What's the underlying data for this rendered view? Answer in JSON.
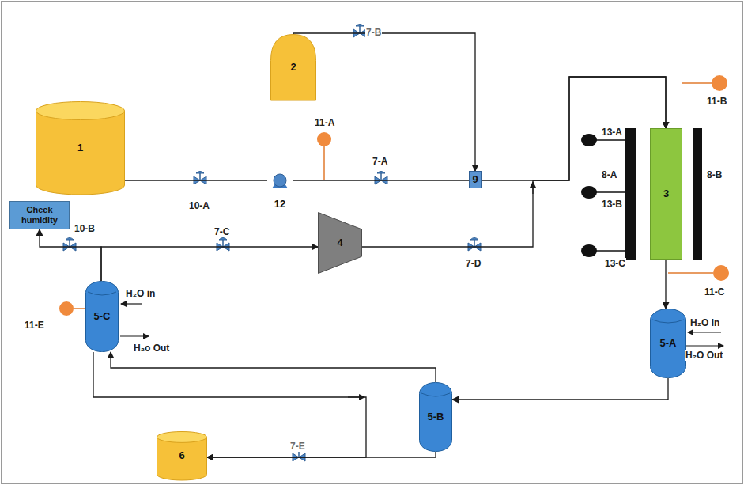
{
  "diagram": {
    "nodes": [
      {
        "text": [
          "2"
        ]
      },
      {
        "text": [
          "1"
        ]
      },
      {
        "text": [
          "12"
        ]
      },
      {
        "text": [
          "9"
        ]
      },
      {
        "text": [
          "3"
        ]
      },
      {
        "text": [
          "Cheek humidity"
        ]
      },
      {
        "text": [
          "4"
        ]
      },
      {
        "text": [
          "5-C"
        ]
      },
      {
        "text": [
          "5-A"
        ]
      },
      {
        "text": [
          "5-B"
        ]
      },
      {
        "text": [
          "6"
        ]
      }
    ],
    "edges": [
      {
        "from": 1,
        "to": 2,
        "arrow": "none"
      },
      {
        "from": 2,
        "to": 3,
        "arrow": "none"
      },
      {
        "from": 0,
        "to": 3,
        "arrow": "to"
      },
      {
        "from": 3,
        "to": 4,
        "arrow": "to"
      },
      {
        "from": 6,
        "to": 4,
        "arrow": "to"
      },
      {
        "from": 4,
        "to": 8,
        "arrow": "to"
      },
      {
        "from": 8,
        "to": 9,
        "arrow": "to"
      },
      {
        "from": 9,
        "to": 7,
        "arrow": "to"
      },
      {
        "from": 7,
        "to": 6,
        "arrow": "to"
      },
      {
        "from": 7,
        "to": 5,
        "arrow": "to"
      },
      {
        "from": 7,
        "to": 10,
        "arrow": "to"
      },
      {
        "from": 9,
        "to": 10,
        "arrow": "to"
      }
    ],
    "labels": [
      "7-B",
      "11-A",
      "7-A",
      "10-A",
      "11-B",
      "13-A",
      "8-A",
      "13-B",
      "8-B",
      "13-C",
      "10-B",
      "7-C",
      "7-D",
      "11-C",
      "11-E",
      "H₂O in",
      "H₂o Out",
      "H₂O in",
      "H₂O Out",
      "7-E"
    ]
  }
}
